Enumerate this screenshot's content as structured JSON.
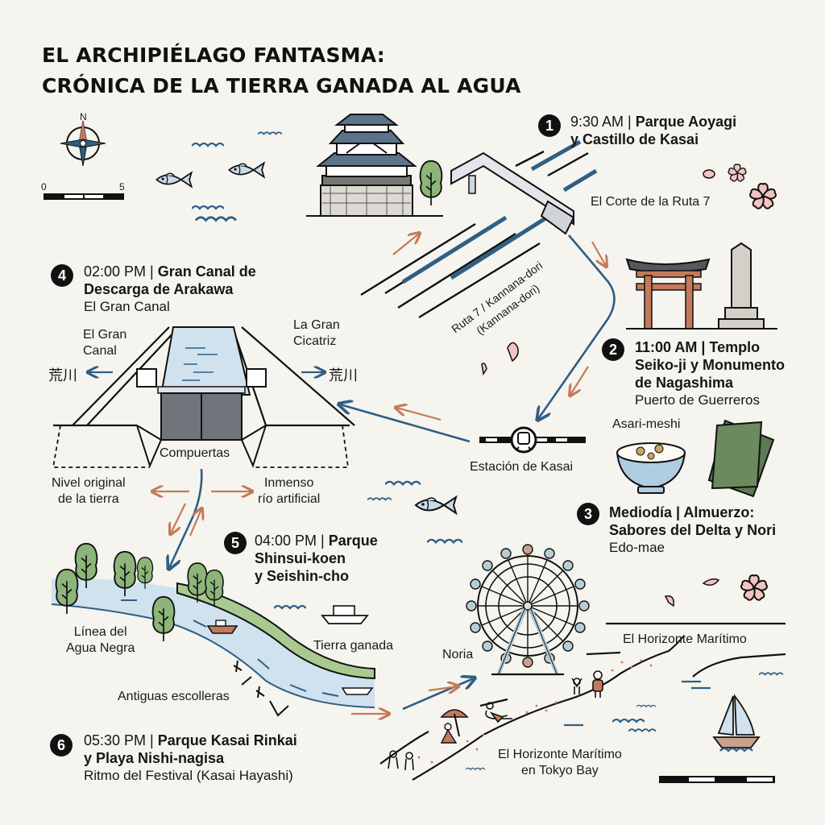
{
  "title": {
    "line1": "EL ARCHIPIÉLAGO FANTASMA:",
    "line2": "CRÓNICA DE LA TIERRA GANADA AL AGUA"
  },
  "legend": {
    "compass_north": "N",
    "scale_start": "0",
    "scale_end": "5"
  },
  "stops": [
    {
      "number": "1",
      "time": "9:30 AM | ",
      "place_line1": "Parque Aoyagi",
      "place_line2": "y Castillo de Kasai",
      "subtitle": ""
    },
    {
      "number": "2",
      "time": "11:00 AM | ",
      "place_line1": "Templo",
      "place_line2": "Seiko-ji y Monumento",
      "place_line3": "de Nagashima",
      "subtitle": "Puerto de Guerreros"
    },
    {
      "number": "3",
      "time": "Mediodía | ",
      "place_line1": "Almuerzo:",
      "place_line2": "Sabores del Delta y Nori",
      "subtitle": "Edo-mae"
    },
    {
      "number": "4",
      "time": "02:00 PM | ",
      "place_line1": "Gran Canal de",
      "place_line2": "Descarga de Arakawa",
      "subtitle": "El Gran Canal"
    },
    {
      "number": "5",
      "time": "04:00 PM | ",
      "place_line1": "Parque",
      "place_line2": "Shinsui-koen",
      "place_line3": "y Seishin-cho",
      "subtitle": ""
    },
    {
      "number": "6",
      "time": "05:30 PM | ",
      "place_line1": "Parque Kasai Rinkai",
      "place_line2": "y Playa Nishi-nagisa",
      "subtitle": "Ritmo del Festival (Kasai Hayashi)"
    }
  ],
  "labels": {
    "ruta7_cut": "El Corte de la Ruta 7",
    "ruta7_road_1": "Ruta 7 / Kannana-dori",
    "ruta7_road_2": "(Kannana-dori)",
    "canal_left_1": "El Gran",
    "canal_left_2": "Canal",
    "scar_1": "La Gran",
    "scar_2": "Cicatriz",
    "arakawa_left": "荒川",
    "arakawa_right": "荒川",
    "gates": "Compuertas",
    "original_level_1": "Nivel original",
    "original_level_2": "de la tierra",
    "artificial_river_1": "Inmenso",
    "artificial_river_2": "río artificial",
    "station": "Estación de Kasai",
    "asari": "Asari-meshi",
    "black_water_1": "Línea del",
    "black_water_2": "Agua Negra",
    "reclaimed": "Tierra ganada",
    "breakwaters": "Antiguas escolleras",
    "ferris": "Noria",
    "horizon_top": "El Horizonte Marítimo",
    "horizon_bottom_1": "El Horizonte Marítimo",
    "horizon_bottom_2": "en Tokyo Bay"
  },
  "icons": [
    "compass-icon",
    "scale-bar-icon",
    "fish-icon",
    "castle-icon",
    "tree-icon",
    "pedestrian-bridge-icon",
    "sakura-icon",
    "torii-icon",
    "monument-icon",
    "sluice-gate-icon",
    "train-station-icon",
    "rice-bowl-icon",
    "nori-icon",
    "ferris-wheel-icon",
    "boat-icon",
    "sailboat-icon",
    "beach-umbrella-icon",
    "people-icon"
  ],
  "colors": {
    "background": "#f6f4ee",
    "ink": "#161616",
    "route_blue": "#2e5f86",
    "route_terracotta": "#c47a5a",
    "water": "#cfe2ee",
    "green": "#8db57a",
    "roof": "#5c7389",
    "sakura": "#f1c4c0"
  }
}
